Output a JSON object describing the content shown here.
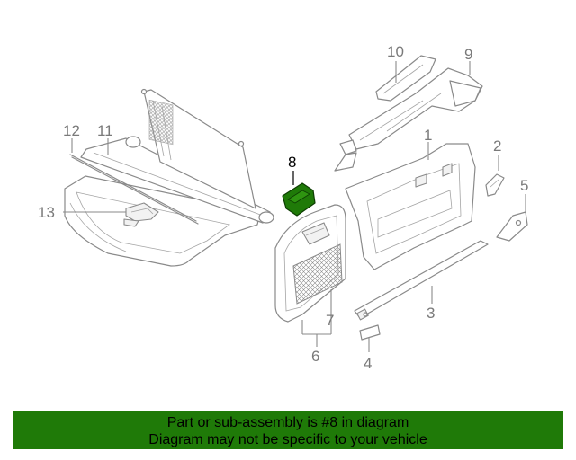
{
  "diagram": {
    "callouts": {
      "c1": "1",
      "c2": "2",
      "c3": "3",
      "c4": "4",
      "c5": "5",
      "c6": "6",
      "c7": "7",
      "c8": "8",
      "c9": "9",
      "c10": "10",
      "c11": "11",
      "c12": "12",
      "c13": "13"
    },
    "highlighted_part": "8",
    "highlight_color": "#1f7a08"
  },
  "footer": {
    "line1": "Part or sub-assembly is #8 in diagram",
    "line2": "Diagram may not be specific to your vehicle",
    "background": "#1f7a08"
  }
}
